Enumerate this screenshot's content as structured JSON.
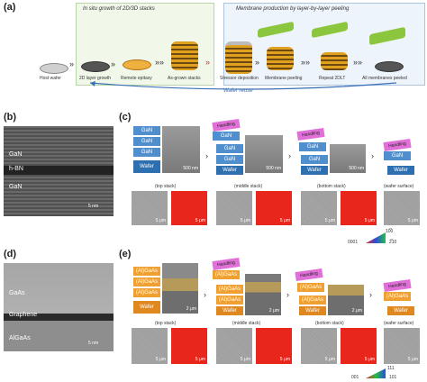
{
  "panel_a": {
    "label": "(a)",
    "left_title": "In situ growth of 2D/3D stacks",
    "right_title": "Membrane production by layer-by-layer peeling",
    "steps": [
      "Host wafer",
      "2D layer growth",
      "Remote epitaxy",
      "As-grown stacks",
      "Stressor deposition",
      "Membrane peeling",
      "Repeat 2DLT",
      "All membranes peeled"
    ],
    "reuse": "Wafer reuse"
  },
  "panel_b": {
    "label": "(b)",
    "layers": [
      "GaN",
      "h-BN",
      "GaN"
    ],
    "scale": "5 nm"
  },
  "panel_c": {
    "label": "(c)",
    "stack_layers": [
      "GaN",
      "GaN",
      "GaN",
      "Wafer"
    ],
    "handling": "Handling",
    "captions": [
      "(top stack)",
      "(middle stack)",
      "(bottom stack)",
      "(wafer surface)"
    ],
    "sem_scale": "500 nm",
    "ebsd_scale": "5 μm",
    "legend": [
      "0001",
      "10̅0",
      "2̅10"
    ]
  },
  "panel_d": {
    "label": "(d)",
    "layers": [
      "GaAs",
      "Graphene",
      "AlGaAs"
    ],
    "scale": "5 nm"
  },
  "panel_e": {
    "label": "(e)",
    "stack_layers": [
      "(Al)GaAs",
      "(Al)GaAs",
      "(Al)GaAs",
      "Wafer"
    ],
    "handling": "Handling",
    "captions": [
      "(top stack)",
      "(middle stack)",
      "(bottom stack)",
      "(wafer surface)"
    ],
    "sem_scale": "2 μm",
    "ebsd_scale": "5 μm",
    "legend": [
      "001",
      "101",
      "111"
    ]
  },
  "colors": {
    "gan": "#4f8fcd",
    "wafer": "#2e6fb0",
    "handling": "#e070d8",
    "algaas": "#f0a030",
    "ebsd_red": "#e8261c"
  }
}
